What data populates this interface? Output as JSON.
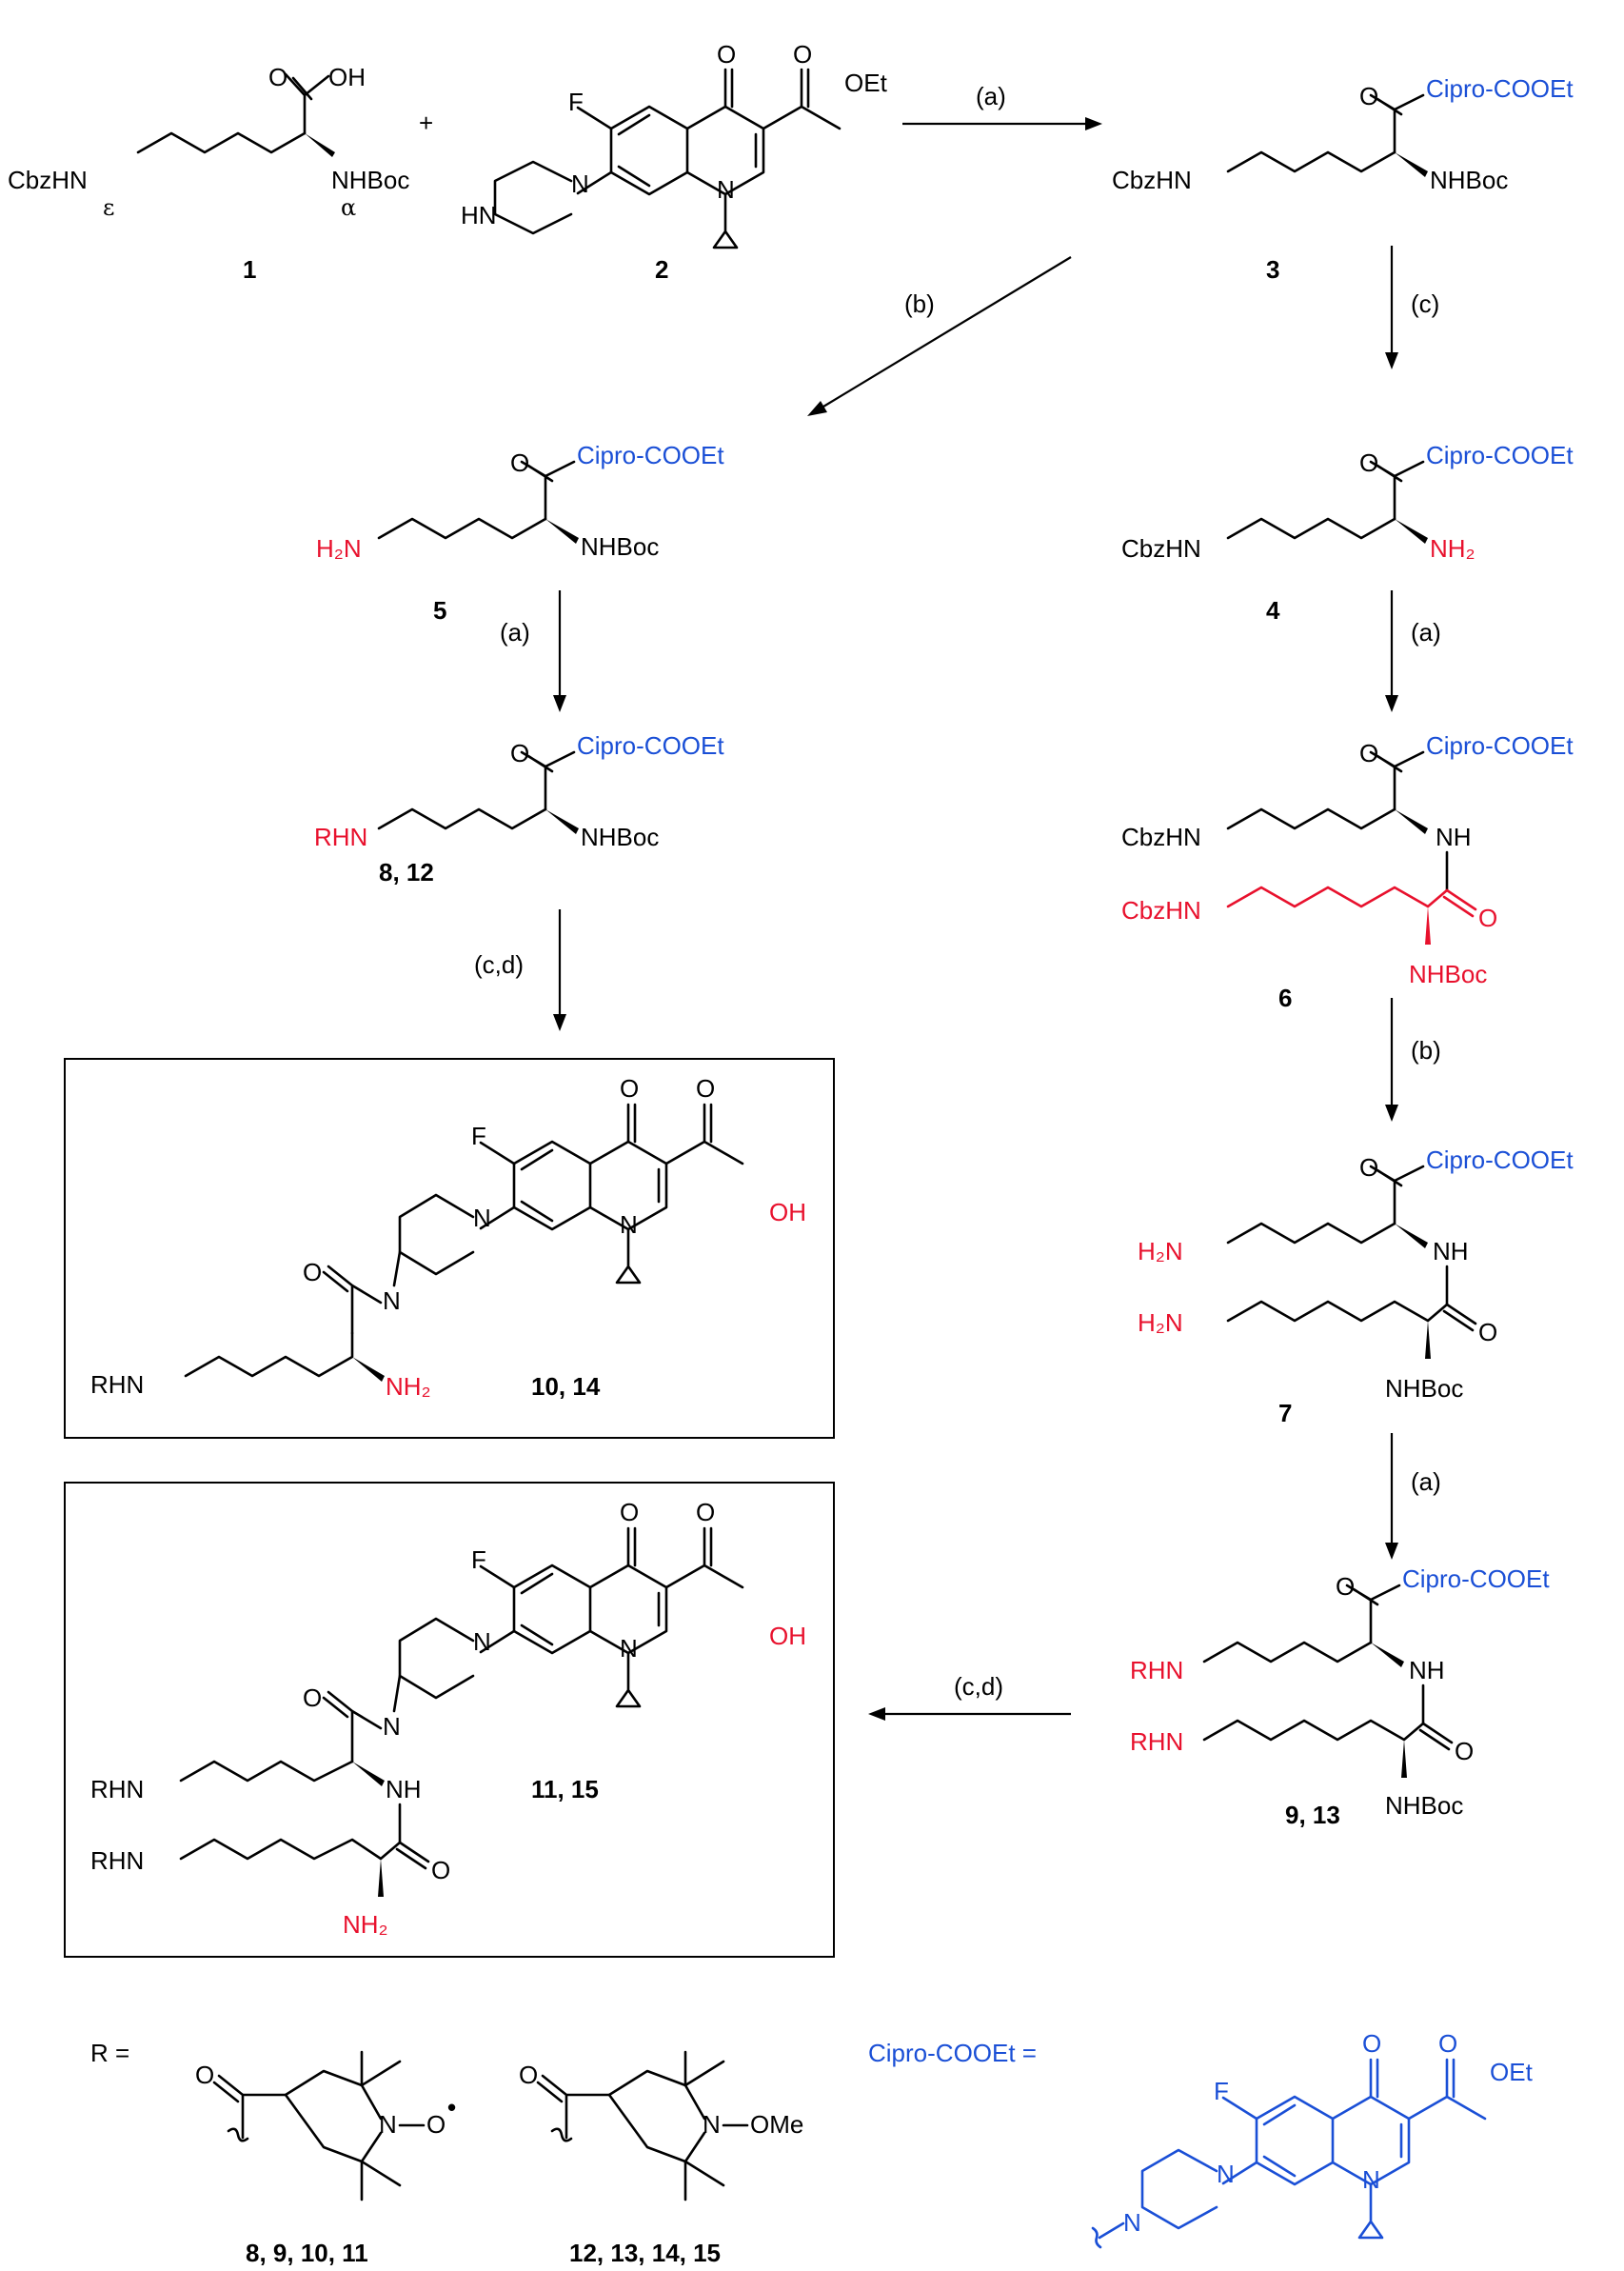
{
  "compounds": {
    "c1": "1",
    "c2": "2",
    "c3": "3",
    "c4": "4",
    "c5": "5",
    "c6": "6",
    "c7": "7",
    "c8_12": "8, 12",
    "c9_13": "9, 13",
    "c10_14": "10, 14",
    "c11_15": "11, 15",
    "r_group_a": "8, 9, 10, 11",
    "r_group_b": "12, 13, 14, 15"
  },
  "conditions": {
    "a": "(a)",
    "b": "(b)",
    "c": "(c)",
    "cd": "(c,d)"
  },
  "atoms": {
    "cipro": "Cipro-COOEt",
    "cbzhn": "CbzHN",
    "nhboc": "NHBoc",
    "nh": "NH",
    "n": "N",
    "o": "O",
    "oh": "OH",
    "oet": "OEt",
    "f": "F",
    "hn": "HN",
    "rhn": "RHN",
    "h2n": "H₂N",
    "nh2": "NH₂",
    "plus": "+",
    "ome": "OMe",
    "epsilon": "ε",
    "alpha": "α",
    "r_eq": "R =",
    "cipro_eq": "Cipro-COOEt =",
    "radical": "•"
  },
  "colors": {
    "highlight_red": "#e8112d",
    "cipro_blue": "#1a4fd6"
  }
}
